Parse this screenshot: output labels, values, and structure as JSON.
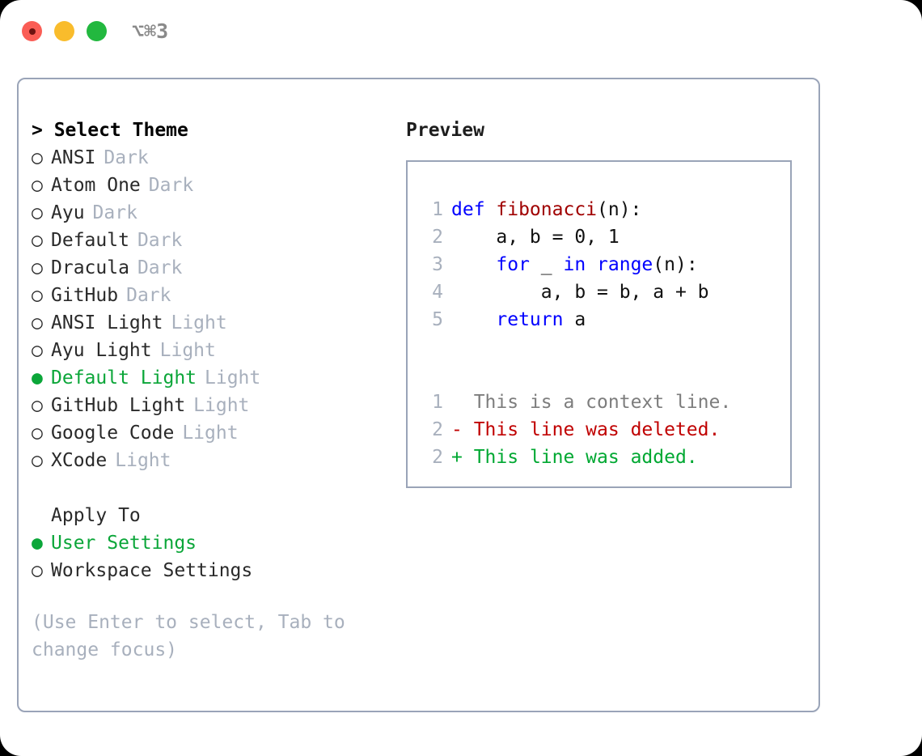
{
  "titlebar": {
    "shortcut": "⌥⌘3",
    "lights": [
      {
        "name": "close",
        "color": "#fa5d55"
      },
      {
        "name": "minimize",
        "color": "#f9bc2c"
      },
      {
        "name": "maximize",
        "color": "#22b83f"
      }
    ]
  },
  "theme_picker": {
    "header": "> Select Theme",
    "items": [
      {
        "bullet": "○",
        "label": "ANSI",
        "tag": "Dark",
        "selected": false
      },
      {
        "bullet": "○",
        "label": "Atom One",
        "tag": "Dark",
        "selected": false
      },
      {
        "bullet": "○",
        "label": "Ayu",
        "tag": "Dark",
        "selected": false
      },
      {
        "bullet": "○",
        "label": "Default",
        "tag": "Dark",
        "selected": false
      },
      {
        "bullet": "○",
        "label": "Dracula",
        "tag": "Dark",
        "selected": false
      },
      {
        "bullet": "○",
        "label": "GitHub",
        "tag": "Dark",
        "selected": false
      },
      {
        "bullet": "○",
        "label": "ANSI Light",
        "tag": "Light",
        "selected": false
      },
      {
        "bullet": "○",
        "label": "Ayu Light",
        "tag": "Light",
        "selected": false
      },
      {
        "bullet": "●",
        "label": "Default Light",
        "tag": "Light",
        "selected": true
      },
      {
        "bullet": "○",
        "label": "GitHub Light",
        "tag": "Light",
        "selected": false
      },
      {
        "bullet": "○",
        "label": "Google Code",
        "tag": "Light",
        "selected": false
      },
      {
        "bullet": "○",
        "label": "XCode",
        "tag": "Light",
        "selected": false
      }
    ]
  },
  "apply_to": {
    "header": "Apply To",
    "options": [
      {
        "bullet": "●",
        "label": "User Settings",
        "selected": true
      },
      {
        "bullet": "○",
        "label": "Workspace Settings",
        "selected": false
      }
    ]
  },
  "hint": "(Use Enter to select, Tab to change focus)",
  "preview": {
    "title": "Preview",
    "code_lines": [
      {
        "lineno": "1",
        "tokens": [
          {
            "text": "def ",
            "kind": "kw"
          },
          {
            "text": "fibonacci",
            "kind": "fn"
          },
          {
            "text": "(n):",
            "kind": "pl"
          }
        ]
      },
      {
        "lineno": "2",
        "tokens": [
          {
            "text": "    a, b = 0, 1",
            "kind": "pl"
          }
        ]
      },
      {
        "lineno": "3",
        "tokens": [
          {
            "text": "    ",
            "kind": "pl"
          },
          {
            "text": "for",
            "kind": "kw"
          },
          {
            "text": " _ ",
            "kind": "pl"
          },
          {
            "text": "in",
            "kind": "kw"
          },
          {
            "text": " ",
            "kind": "pl"
          },
          {
            "text": "range",
            "kind": "kw"
          },
          {
            "text": "(n):",
            "kind": "pl"
          }
        ]
      },
      {
        "lineno": "4",
        "tokens": [
          {
            "text": "        a, b = b, a + b",
            "kind": "pl"
          }
        ]
      },
      {
        "lineno": "5",
        "tokens": [
          {
            "text": "    ",
            "kind": "pl"
          },
          {
            "text": "return",
            "kind": "kw"
          },
          {
            "text": " a",
            "kind": "pl"
          }
        ]
      }
    ],
    "diff_lines": [
      {
        "lineno": "1",
        "marker": "  ",
        "text": "This is a context line.",
        "kind": "ctx"
      },
      {
        "lineno": "2",
        "marker": "- ",
        "text": "This line was deleted.",
        "kind": "del"
      },
      {
        "lineno": "2",
        "marker": "+ ",
        "text": "This line was added.",
        "kind": "add"
      }
    ]
  },
  "colors": {
    "accent_green": "#0ba639",
    "keyword_blue": "#0000ff",
    "function_red": "#a00000",
    "diff_delete": "#c00000",
    "diff_add": "#00a832",
    "muted_gray": "#a8b0bd",
    "border": "#9aa4b8"
  }
}
